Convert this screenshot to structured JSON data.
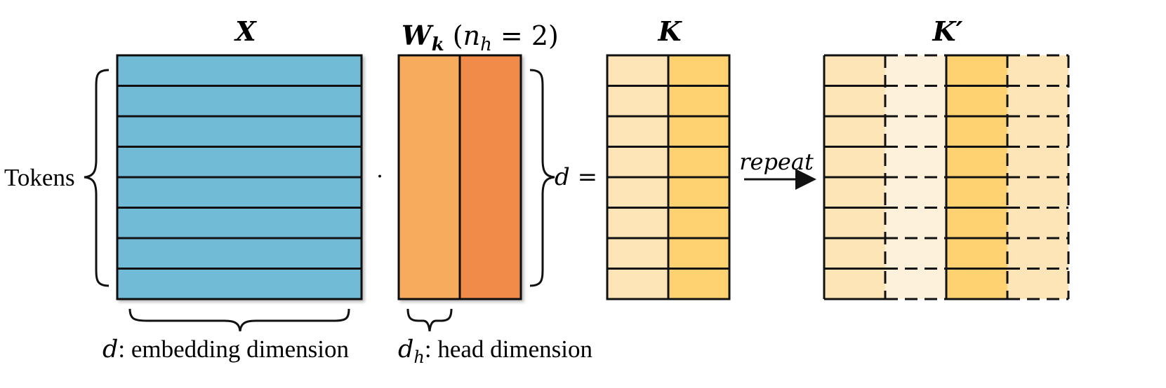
{
  "labels": {
    "x_title": "X",
    "wk_title_main": "W",
    "wk_title_sub": "k",
    "wk_title_paren_open": " (",
    "wk_title_n": "n",
    "wk_title_nsub": "h",
    "wk_title_rest": " = 2)",
    "k_title": "K",
    "kprime_title": "K′",
    "tokens": "Tokens",
    "dot": "·",
    "d_equals_d": "d",
    "d_equals_eq": " =",
    "repeat": "repeat",
    "embed_d": "d",
    "embed_text": ": embedding dimension",
    "head_d": "d",
    "head_sub": "h",
    "head_text": ": head dimension"
  },
  "colors": {
    "x_fill": "#72bbd6",
    "wk_col1": "#f6ac5c",
    "wk_col2": "#f08b4a",
    "k_col1": "#fde5b8",
    "k_col2": "#fed270",
    "kp_col1": "#fde5b8",
    "kp_col2": "#fef1dc",
    "kp_col3": "#fed270",
    "kp_col4": "#fde5b8",
    "stroke": "#111111"
  },
  "structure": {
    "token_rows": 8,
    "num_heads": 2,
    "repeat_factor": 2
  }
}
